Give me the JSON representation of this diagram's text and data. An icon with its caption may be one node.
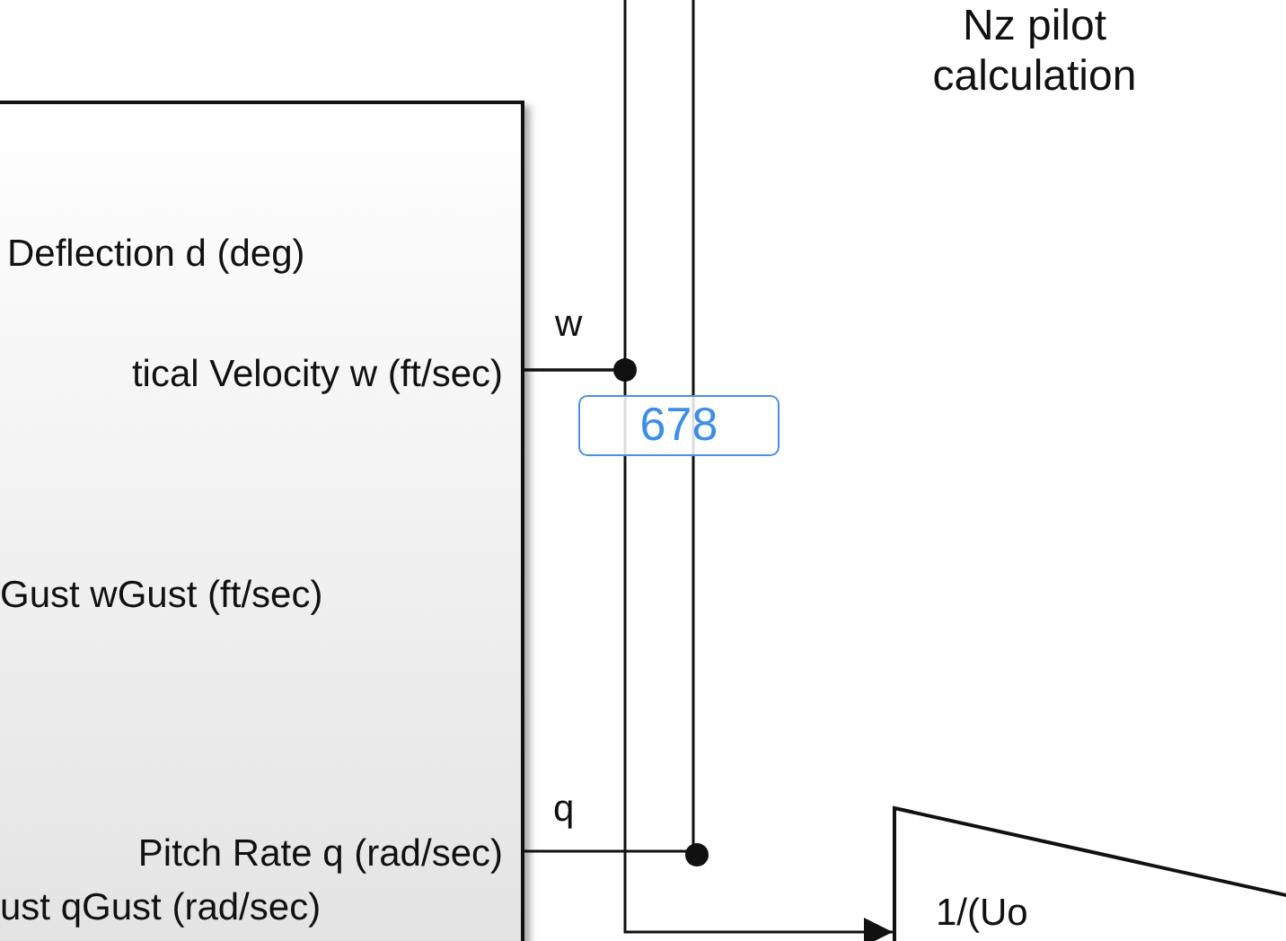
{
  "diagram": {
    "nodes": [
      {
        "text": [
          "Deflection d (deg)",
          "tical Velocity w (ft/sec)",
          "Gust wGust (ft/sec)",
          "Pitch Rate q (rad/sec)",
          "ust qGust (rad/sec)"
        ]
      },
      {
        "text": [
          "1/(Uo"
        ]
      }
    ],
    "edges": [
      {
        "from": 0,
        "to": null,
        "arrow": "none"
      },
      {
        "from": 0,
        "to": 1,
        "arrow": "to",
        "label": "w"
      },
      {
        "from": 0,
        "to": null,
        "arrow": "none",
        "label": "q"
      }
    ],
    "labels": [
      "Nz pilot calculation",
      "678"
    ]
  }
}
